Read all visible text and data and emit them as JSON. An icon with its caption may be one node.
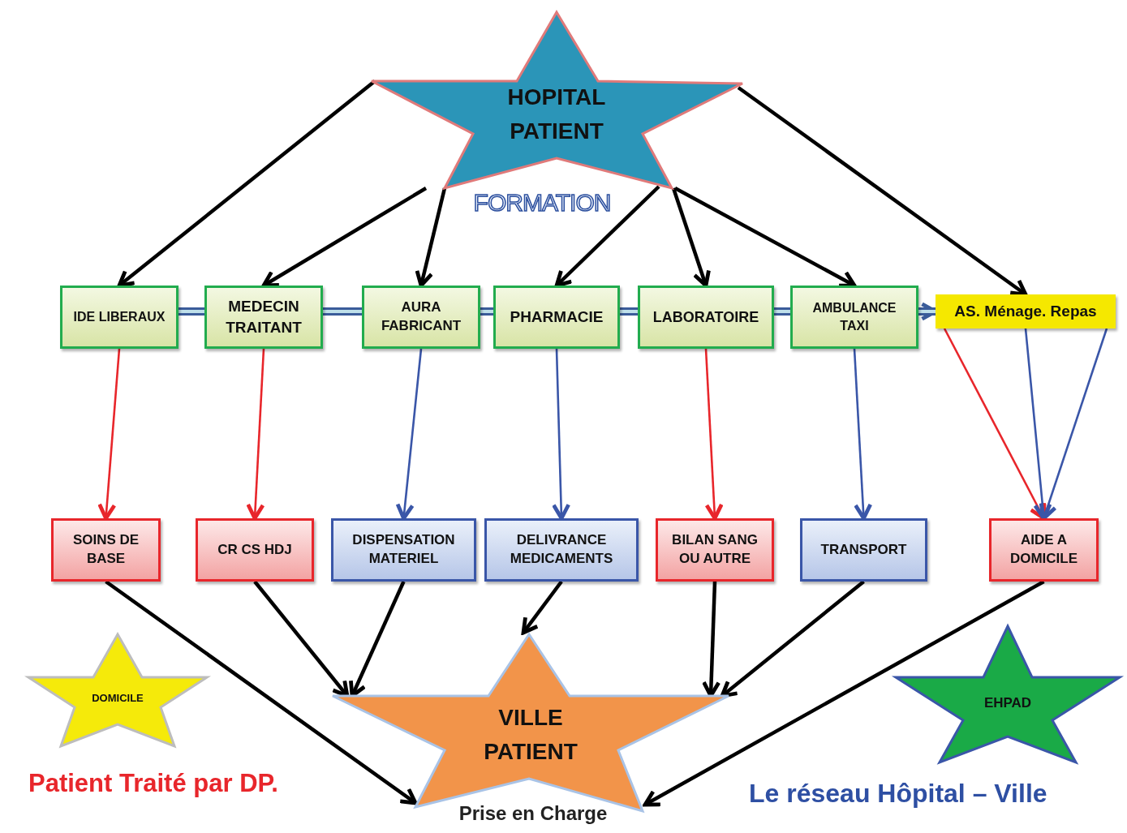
{
  "diagram": {
    "nodes": [
      {
        "text": [
          "HOPITAL PATIENT"
        ],
        "beside": [
          "FORMATION"
        ]
      },
      {
        "text": [
          "IDE LIBERAUX"
        ]
      },
      {
        "text": [
          "MEDECIN TRAITANT"
        ]
      },
      {
        "text": [
          "AURA FABRICANT"
        ]
      },
      {
        "text": [
          "PHARMACIE"
        ]
      },
      {
        "text": [
          "LABORATOIRE"
        ]
      },
      {
        "text": [
          "AMBULANCE TAXI"
        ]
      },
      {
        "text": [
          "AS. Ménage. Repas"
        ]
      },
      {
        "text": [
          "SOINS DE BASE"
        ]
      },
      {
        "text": [
          "CR CS HDJ"
        ]
      },
      {
        "text": [
          "DISPENSATION MATERIEL"
        ]
      },
      {
        "text": [
          "DELIVRANCE MEDICAMENTS"
        ]
      },
      {
        "text": [
          "BILAN SANG OU AUTRE"
        ]
      },
      {
        "text": [
          "TRANSPORT"
        ]
      },
      {
        "text": [
          "AIDE A DOMICILE"
        ]
      },
      {
        "text": [
          "VILLE PATIENT"
        ],
        "beside": [
          "Prise en Charge"
        ]
      },
      {
        "text": [
          "DOMICILE"
        ]
      },
      {
        "text": [
          "EHPAD"
        ]
      }
    ],
    "edges": [
      {
        "from": 0,
        "to": 1,
        "arrow": "to"
      },
      {
        "from": 0,
        "to": 2,
        "arrow": "to"
      },
      {
        "from": 0,
        "to": 3,
        "arrow": "to"
      },
      {
        "from": 0,
        "to": 4,
        "arrow": "to"
      },
      {
        "from": 0,
        "to": 5,
        "arrow": "to"
      },
      {
        "from": 0,
        "to": 6,
        "arrow": "to"
      },
      {
        "from": 0,
        "to": 7,
        "arrow": "to"
      },
      {
        "from": 1,
        "to": 2,
        "arrow": "none",
        "style": "thick",
        "color": "#3b5c9a"
      },
      {
        "from": 2,
        "to": 3,
        "arrow": "none",
        "style": "thick",
        "color": "#3b5c9a"
      },
      {
        "from": 3,
        "to": 4,
        "arrow": "none",
        "style": "thick",
        "color": "#3b5c9a"
      },
      {
        "from": 4,
        "to": 5,
        "arrow": "none",
        "style": "thick",
        "color": "#3b5c9a"
      },
      {
        "from": 5,
        "to": 6,
        "arrow": "none",
        "style": "thick",
        "color": "#3b5c9a"
      },
      {
        "from": 6,
        "to": 7,
        "arrow": "to",
        "style": "thick",
        "color": "#3b5c9a"
      },
      {
        "from": 1,
        "to": 8,
        "arrow": "to",
        "color": "#e8262b"
      },
      {
        "from": 2,
        "to": 9,
        "arrow": "to",
        "color": "#e8262b"
      },
      {
        "from": 3,
        "to": 10,
        "arrow": "to",
        "color": "#3a56a8"
      },
      {
        "from": 4,
        "to": 11,
        "arrow": "to",
        "color": "#3a56a8"
      },
      {
        "from": 5,
        "to": 12,
        "arrow": "to",
        "color": "#e8262b"
      },
      {
        "from": 6,
        "to": 13,
        "arrow": "to",
        "color": "#3a56a8"
      },
      {
        "from": 7,
        "to": 14,
        "arrow": "to",
        "color": "#e8262b"
      },
      {
        "from": 7,
        "to": 14,
        "arrow": "to",
        "color": "#3a56a8"
      },
      {
        "from": 7,
        "to": 14,
        "arrow": "to",
        "color": "#3a56a8"
      },
      {
        "from": 8,
        "to": 15,
        "arrow": "to"
      },
      {
        "from": 9,
        "to": 15,
        "arrow": "to"
      },
      {
        "from": 10,
        "to": 15,
        "arrow": "to"
      },
      {
        "from": 11,
        "to": 15,
        "arrow": "to"
      },
      {
        "from": 12,
        "to": 15,
        "arrow": "to"
      },
      {
        "from": 13,
        "to": 15,
        "arrow": "to"
      },
      {
        "from": 14,
        "to": 15,
        "arrow": "to"
      }
    ],
    "labels": [
      "Patient Traité par DP.",
      "Le réseau Hôpital – Ville"
    ]
  }
}
